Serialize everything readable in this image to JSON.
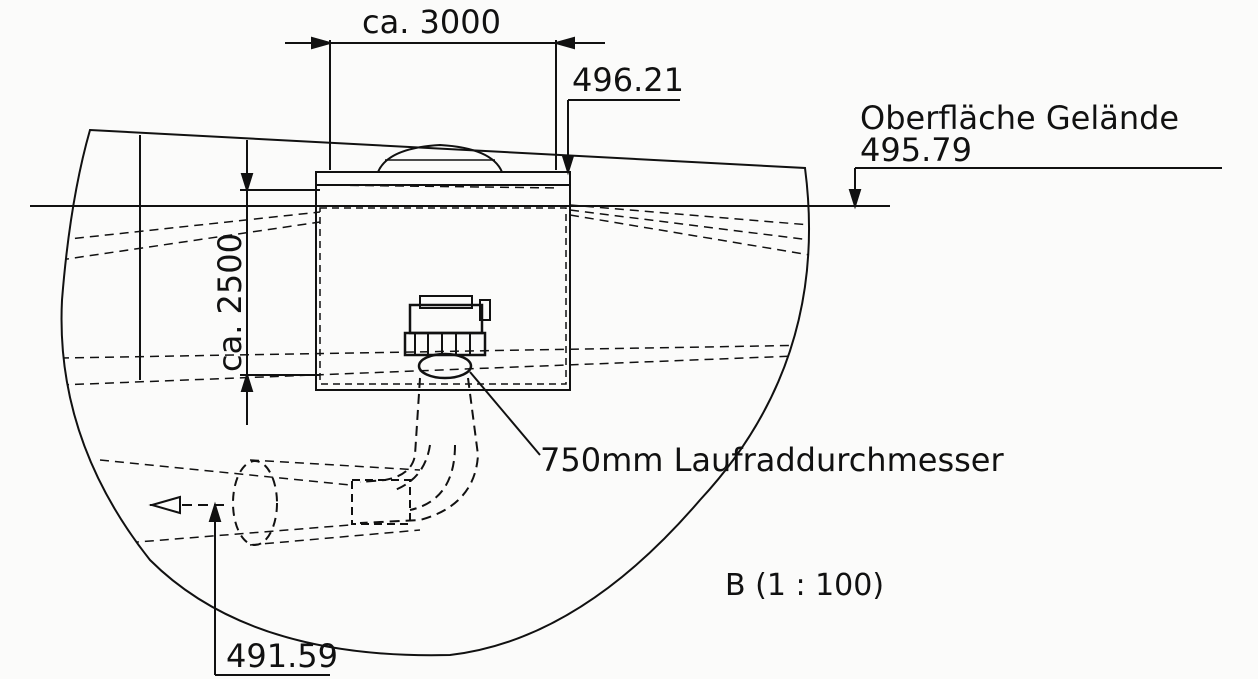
{
  "labels": {
    "width_dim": "ca. 3000",
    "elev_top": "496.21",
    "surface_title": "Oberfläche Gelände",
    "surface_elev": "495.79",
    "height_dim": "ca. 2500",
    "impeller": "750mm Laufraddurchmesser",
    "detail_scale": "B  (1 : 100)",
    "elev_bottom": "491.59"
  },
  "colors": {
    "ink": "#111111",
    "paper": "#fbfbfa"
  }
}
